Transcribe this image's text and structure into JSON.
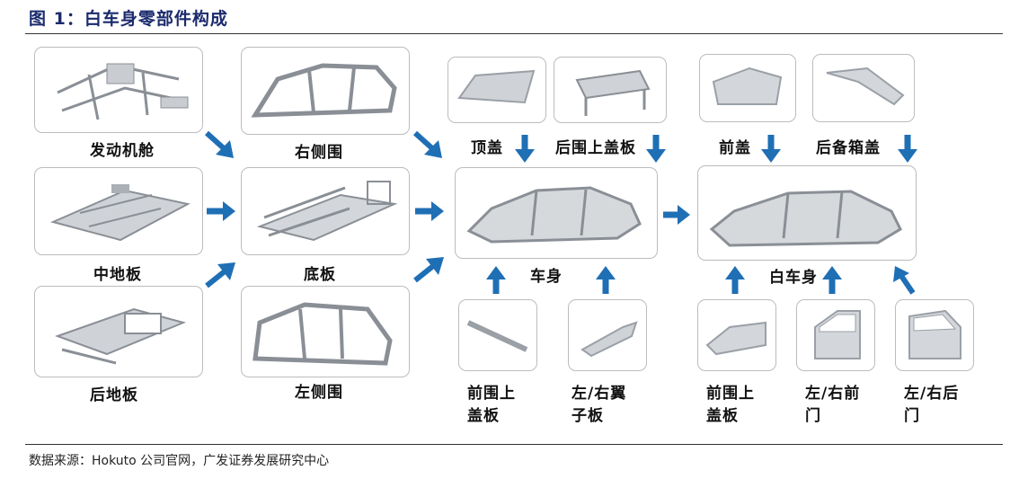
{
  "figure": {
    "title": "图 1：白车身零部件构成",
    "source": "数据来源：Hokuto 公司官网，广发证券发展研究中心"
  },
  "parts": {
    "engine_bay": "发动机舱",
    "middle_floor": "中地板",
    "rear_floor": "后地板",
    "right_side": "右侧围",
    "underbody": "底板",
    "left_side": "左侧围",
    "roof": "顶盖",
    "rear_upper_panel": "后围上盖板",
    "body": "车身",
    "front_upper_panel_line1": "前围上",
    "front_upper_panel_line2": "盖板",
    "fender_line1": "左/右翼",
    "fender_line2": "子板",
    "hood": "前盖",
    "trunk_lid": "后备箱盖",
    "body_in_white": "白车身",
    "front_upper_panel_b_line1": "前围上",
    "front_upper_panel_b_line2": "盖板",
    "front_door_line1": "左/右前",
    "front_door_line2": "门",
    "rear_door_line1": "左/右后",
    "rear_door_line2": "门"
  },
  "colors": {
    "arrow": "#1f6fb5",
    "title": "#1a2a6c",
    "part": "#b9bdc2"
  }
}
